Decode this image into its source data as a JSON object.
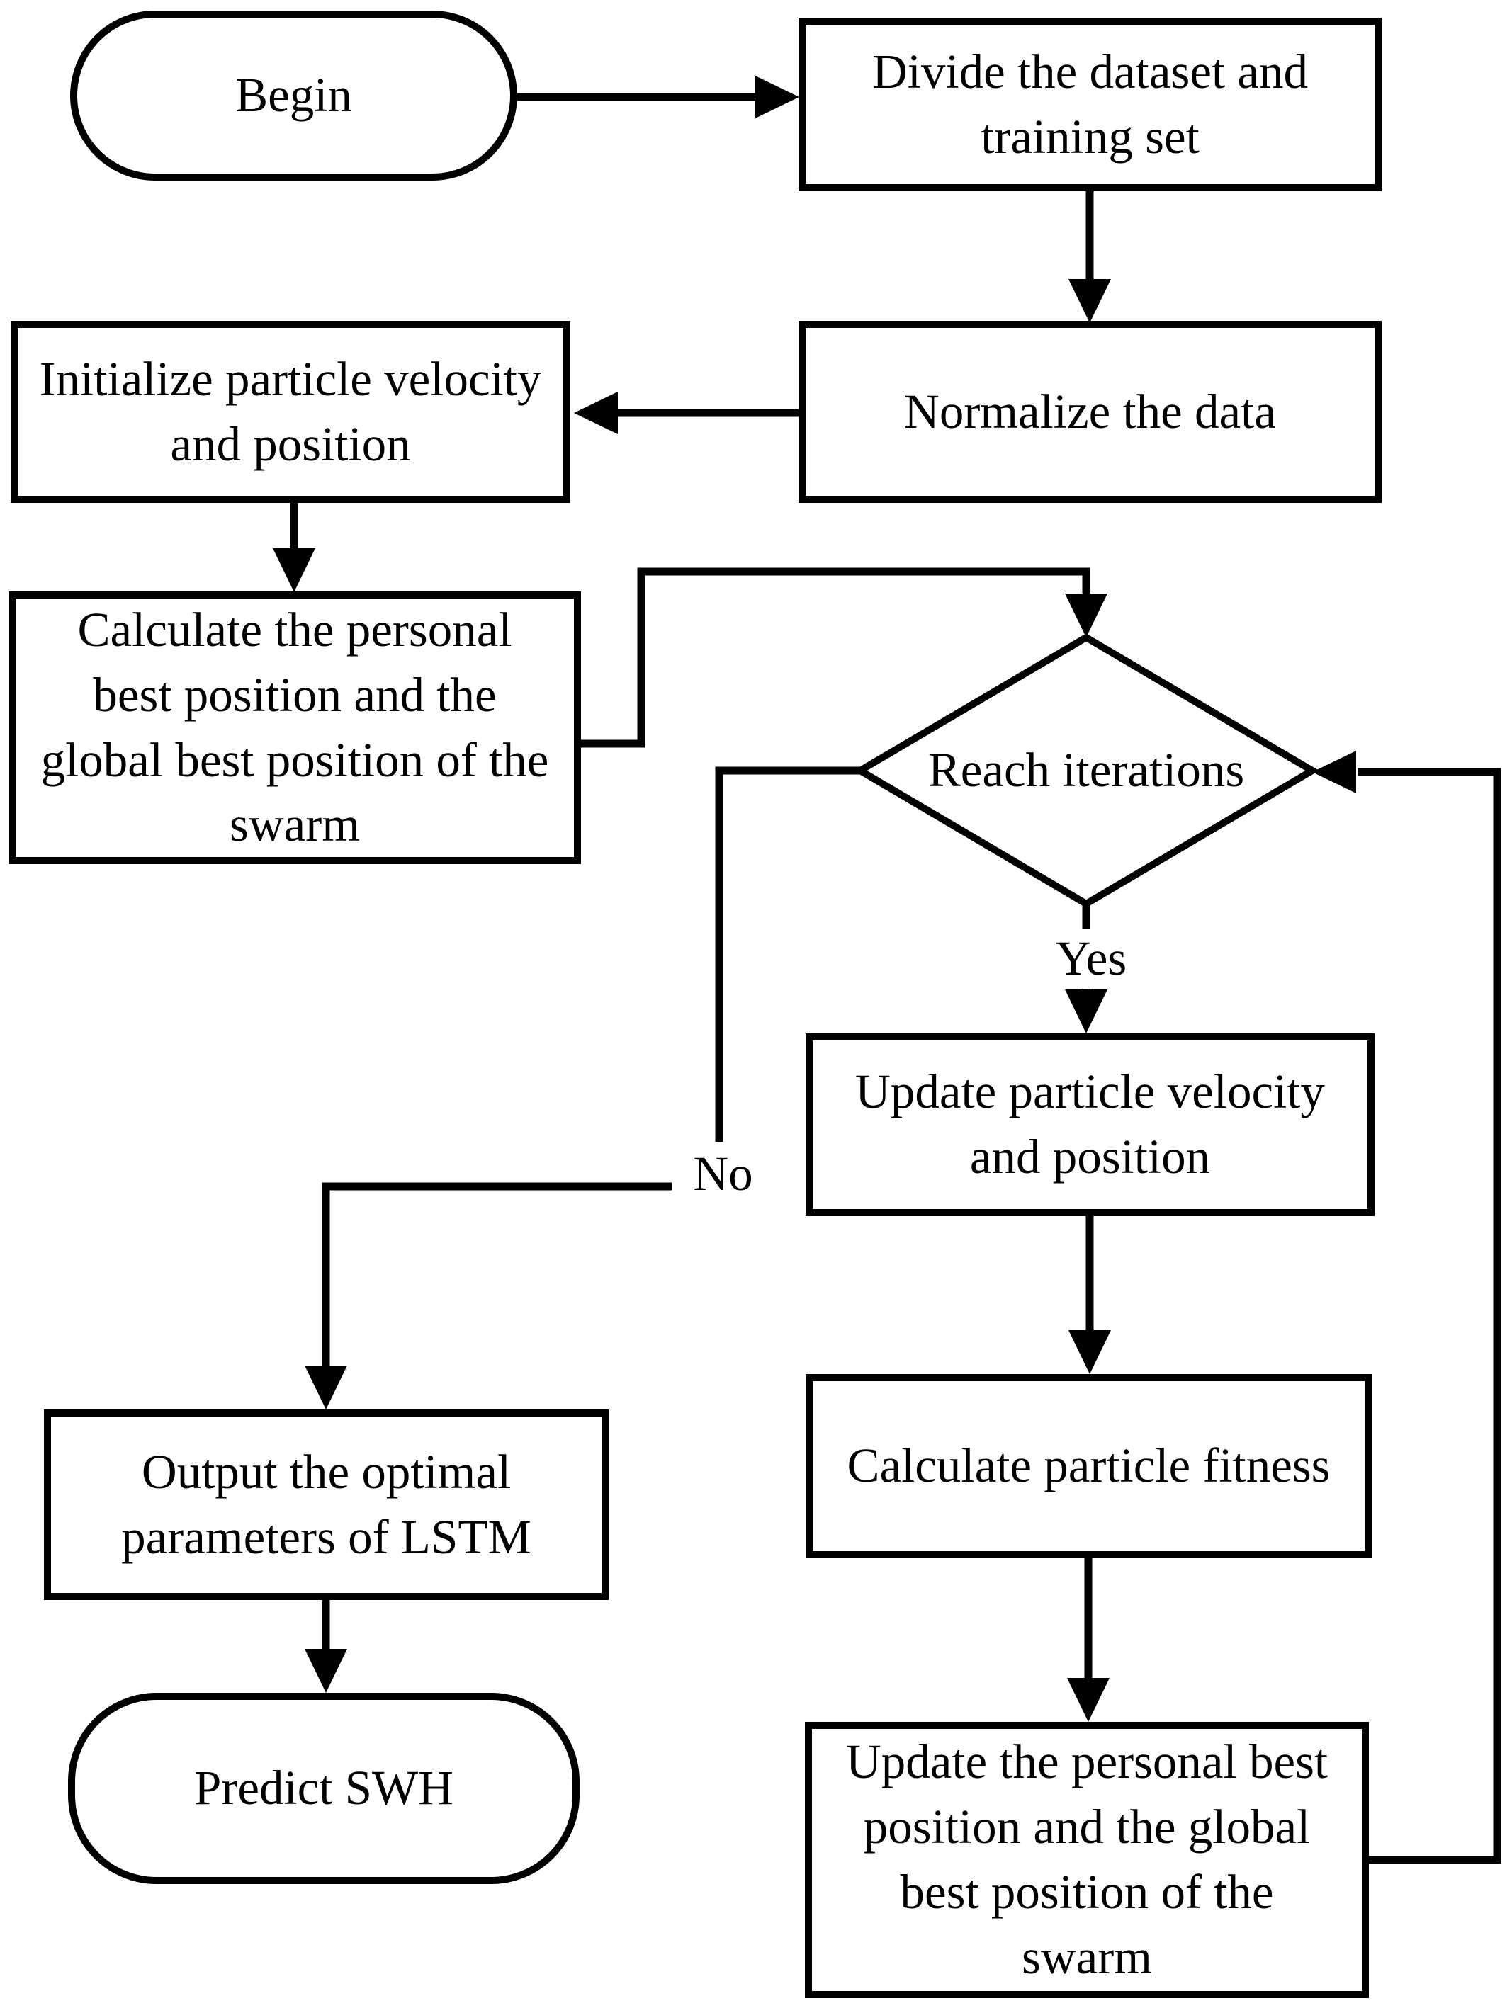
{
  "figure": {
    "background_color": "#ffffff",
    "line_color": "#000000"
  },
  "nodes": {
    "begin": {
      "type": "terminator",
      "label": "Begin"
    },
    "divide": {
      "type": "process",
      "label": "Divide the dataset and\ntraining set"
    },
    "normalize": {
      "type": "process",
      "label": "Normalize the data"
    },
    "initialize": {
      "type": "process",
      "label": "Initialize particle velocity\nand position"
    },
    "calc_best": {
      "type": "process",
      "label": "Calculate the personal\nbest position and the\nglobal best position of the\nswarm"
    },
    "reach_iterations": {
      "type": "decision",
      "label": "Reach iterations"
    },
    "update_velocity": {
      "type": "process",
      "label": "Update particle velocity\nand position"
    },
    "calc_fitness": {
      "type": "process",
      "label": "Calculate particle fitness"
    },
    "update_best": {
      "type": "process",
      "label": "Update the personal best\nposition and the global\nbest position of the\nswarm"
    },
    "output_params": {
      "type": "process",
      "label": "Output the optimal\nparameters of LSTM"
    },
    "predict": {
      "type": "terminator",
      "label": "Predict SWH"
    }
  },
  "edge_labels": {
    "yes": "Yes",
    "no": "No"
  }
}
